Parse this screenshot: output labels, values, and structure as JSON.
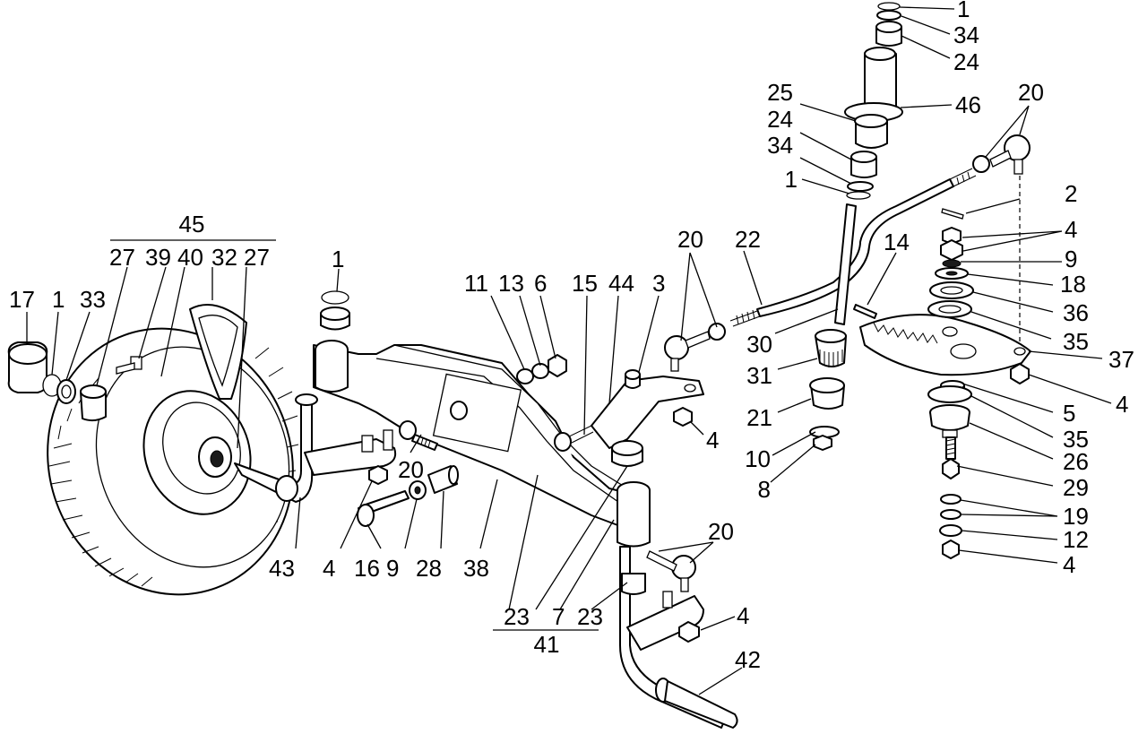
{
  "callouts": {
    "c1_top": "1",
    "c34_top": "34",
    "c24_top": "24",
    "c25": "25",
    "c24_mid": "24",
    "c34_mid": "34",
    "c1_mid": "1",
    "c46": "46",
    "c20_tr": "20",
    "c2": "2",
    "c4_r1": "4",
    "c9_r": "9",
    "c18": "18",
    "c36": "36",
    "c35_r1": "35",
    "c37": "37",
    "c4_r2": "4",
    "c5": "5",
    "c35_r2": "35",
    "c26": "26",
    "c29": "29",
    "c19": "19",
    "c12": "12",
    "c4_r3": "4",
    "c14": "14",
    "c22": "22",
    "c20_mid": "20",
    "c30": "30",
    "c31": "31",
    "c21": "21",
    "c10": "10",
    "c8": "8",
    "c45": "45",
    "c27_a": "27",
    "c39": "39",
    "c40": "40",
    "c32": "32",
    "c27_b": "27",
    "c17": "17",
    "c1_left": "1",
    "c33": "33",
    "c1_kp": "1",
    "c11": "11",
    "c13": "13",
    "c6": "6",
    "c15": "15",
    "c44": "44",
    "c3": "3",
    "c4_center": "4",
    "c20_left": "20",
    "c43": "43",
    "c4_low": "4",
    "c16": "16",
    "c9_low": "9",
    "c28": "28",
    "c38": "38",
    "c23_a": "23",
    "c7": "7",
    "c23_b": "23",
    "c41": "41",
    "c20_br": "20",
    "c4_br": "4",
    "c42": "42"
  }
}
